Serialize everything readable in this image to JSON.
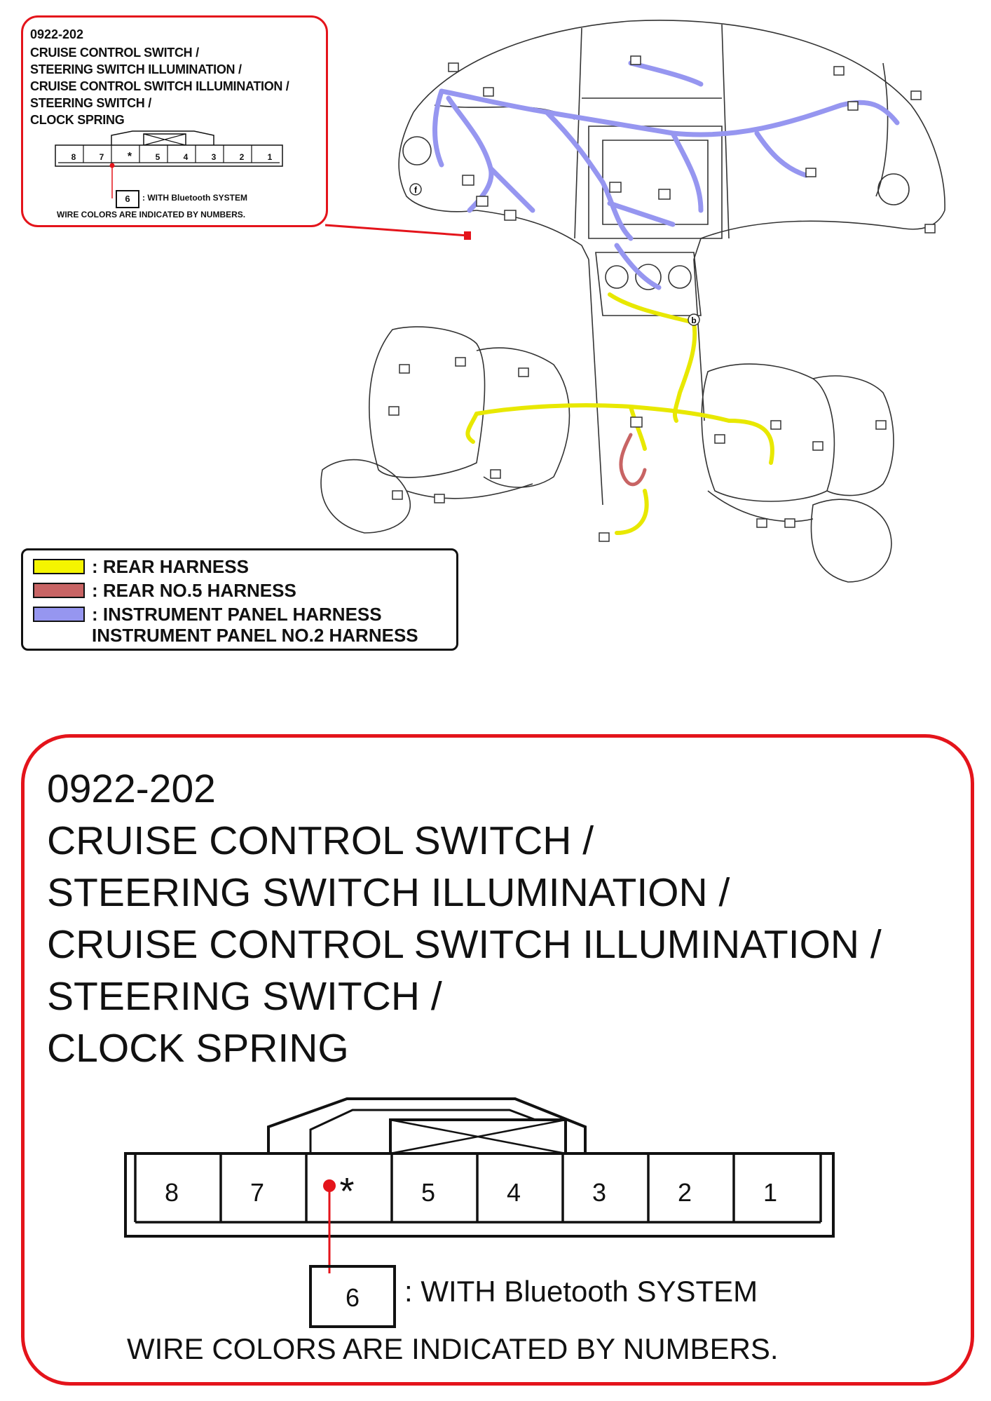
{
  "connector": {
    "code": "0922-202",
    "title_lines": [
      "CRUISE CONTROL SWITCH /",
      "STEERING SWITCH ILLUMINATION /",
      "CRUISE CONTROL SWITCH ILLUMINATION /",
      "STEERING SWITCH /",
      "CLOCK SPRING"
    ],
    "pins": [
      "8",
      "7",
      "*",
      "5",
      "4",
      "3",
      "2",
      "1"
    ],
    "option_pin": "6",
    "option_note": ": WITH Bluetooth SYSTEM",
    "footer": "WIRE COLORS ARE INDICATED BY NUMBERS."
  },
  "legend": [
    {
      "label": ": REAR HARNESS",
      "color": "#f5f500"
    },
    {
      "label": ": REAR NO.5 HARNESS",
      "color": "#c86464"
    },
    {
      "label": ": INSTRUMENT PANEL HARNESS",
      "color": "#9696f0"
    },
    {
      "label": "INSTRUMENT PANEL NO.2 HARNESS",
      "color": ""
    }
  ],
  "colors": {
    "callout_border": "#e4141b",
    "rear_harness": "#f5f500",
    "rear_no5_harness": "#c86464",
    "instrument_panel_harness": "#9696f0"
  },
  "diagram_markers": {
    "marker_b": "b",
    "marker_f": "f"
  }
}
